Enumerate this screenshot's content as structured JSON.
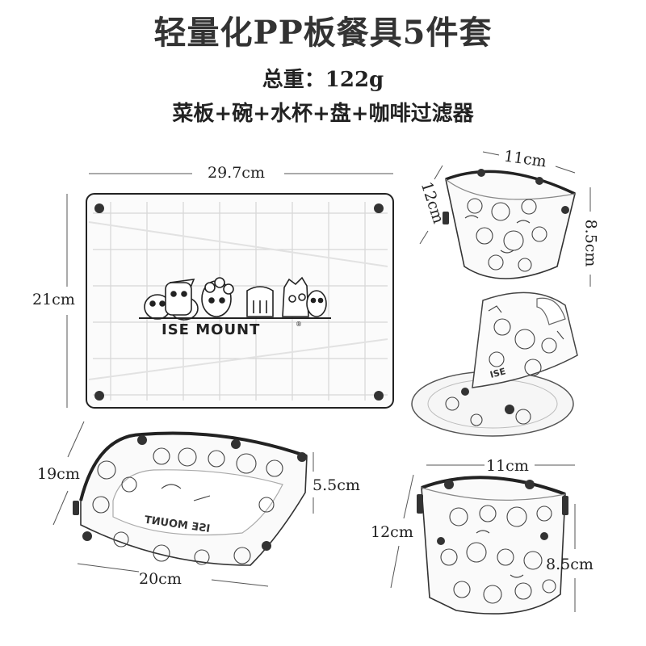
{
  "header": {
    "title": "轻量化PP板餐具5件套",
    "weight": "总重：122g",
    "items": "菜板+碗+水杯+盘+咖啡过滤器"
  },
  "cutting_board": {
    "width_label": "29.7cm",
    "height_label": "21cm",
    "brand": "ISE MOUNT",
    "registered_mark": "®"
  },
  "cup_top": {
    "width_label": "11cm",
    "depth_label": "12cm",
    "height_label": "8.5cm"
  },
  "plate": {
    "depth_label": "19cm",
    "height_label": "5.5cm",
    "width_label": "20cm"
  },
  "bowl": {
    "width_label": "11cm",
    "depth_label": "12cm",
    "height_label": "8.5cm"
  },
  "colors": {
    "outline": "#222222",
    "grid": "#d8d8d8",
    "dim_line": "#555555",
    "background": "#ffffff"
  }
}
